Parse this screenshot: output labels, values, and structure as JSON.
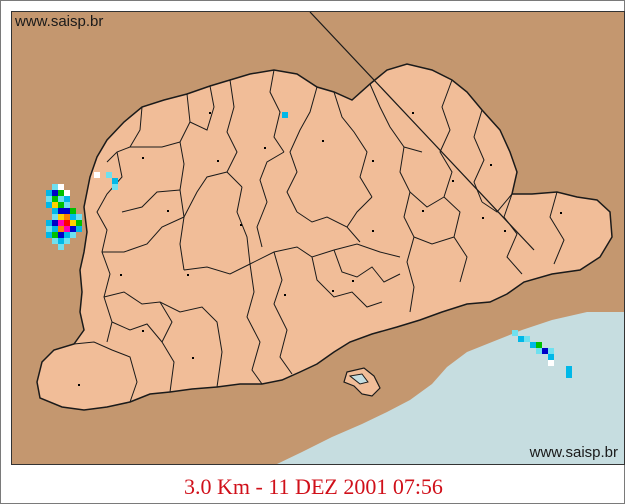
{
  "watermark_top": "www.saisp.br",
  "watermark_bottom": "www.saisp.br",
  "caption": "3.0 Km - 11 DEZ 2001 07:56",
  "colors": {
    "background_land": "#c4976f",
    "state_fill": "#f1bd98",
    "ocean": "#c6dde0",
    "border": "#1a1a1a",
    "caption": "#d0101a"
  },
  "legend_colors": [
    "#6fe0ef",
    "#00b8e8",
    "#0000c8",
    "#00c000",
    "#ffd000",
    "#ff8000",
    "#ff00b0",
    "#ff0000",
    "#ffffff"
  ]
}
